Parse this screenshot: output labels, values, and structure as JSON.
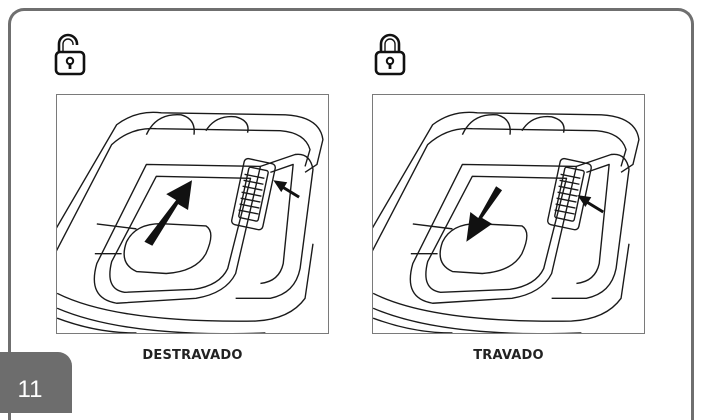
{
  "panels": [
    {
      "caption": "DESTRAVADO",
      "lock_icon": "unlocked-padlock-icon",
      "arrow_direction": "up-right"
    },
    {
      "caption": "TRAVADO",
      "lock_icon": "locked-padlock-icon",
      "arrow_direction": "down-left"
    }
  ],
  "page": {
    "number": "11",
    "tab_color": "#6d6d6d"
  },
  "colors": {
    "frame": "#6f6f6f",
    "line_art": "#1a1a1a"
  }
}
